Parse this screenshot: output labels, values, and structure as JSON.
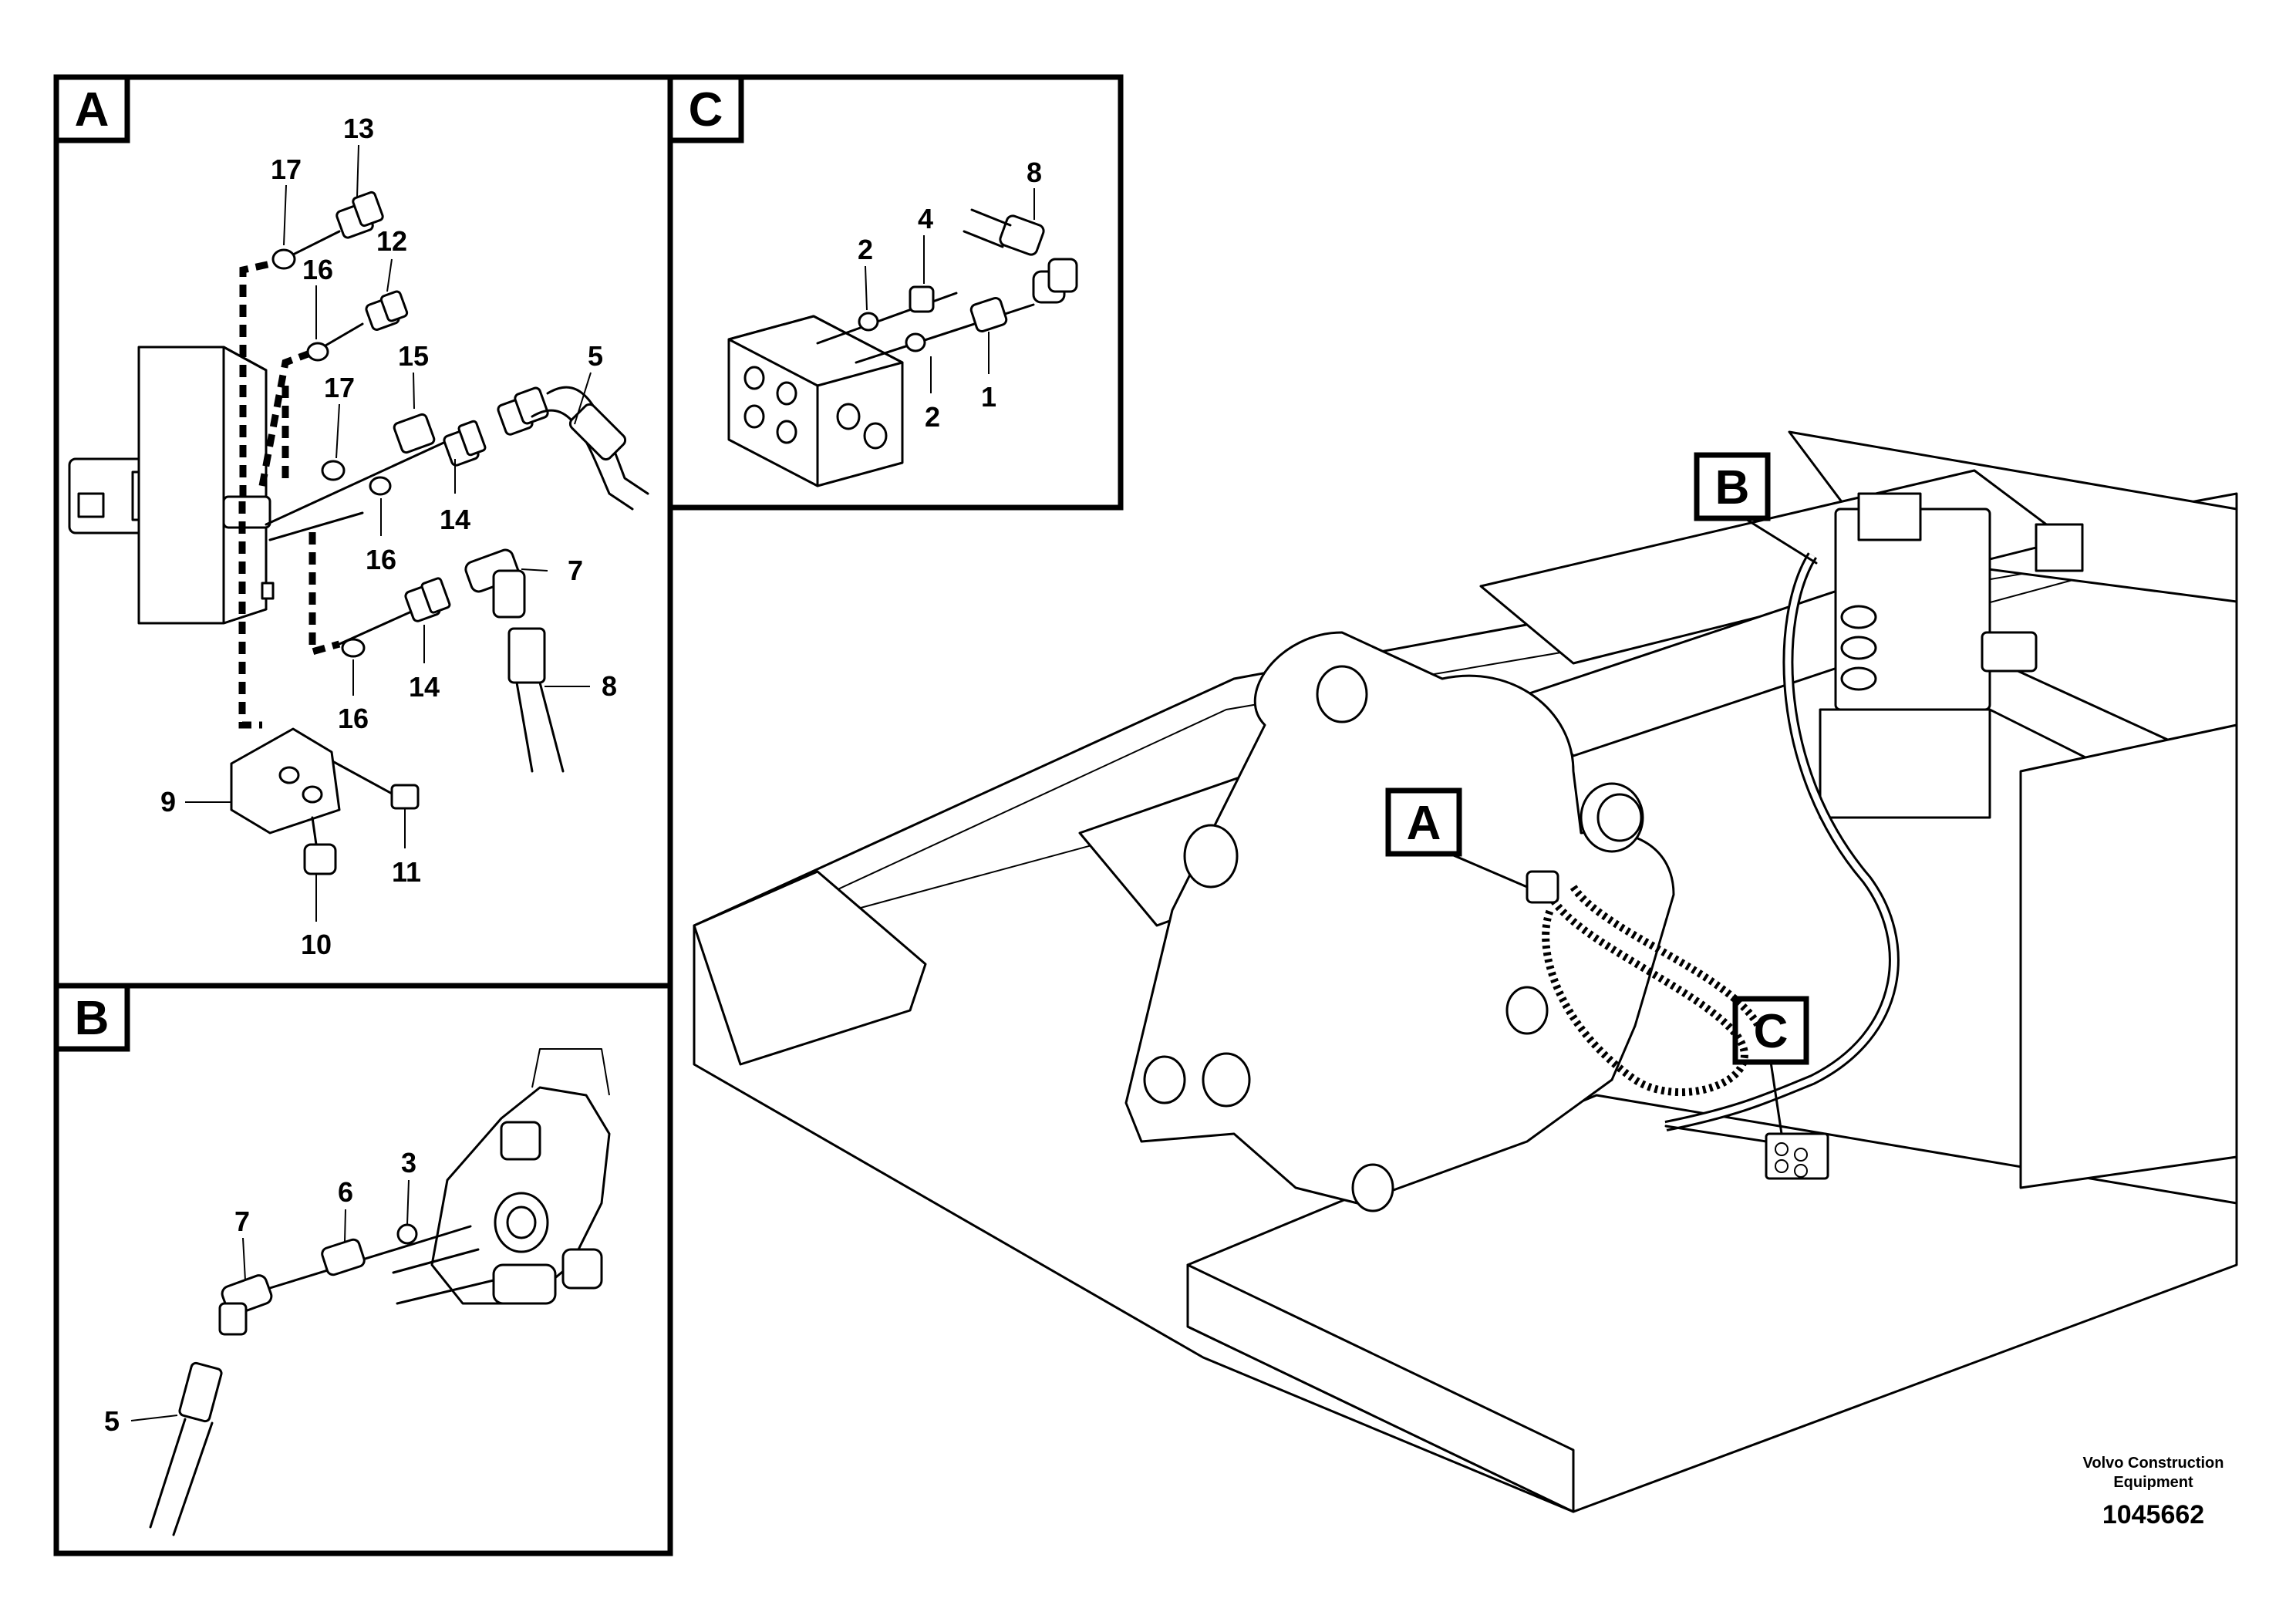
{
  "views": {
    "A": {
      "label": "A",
      "callouts": [
        "13",
        "17",
        "12",
        "16",
        "15",
        "17",
        "5",
        "16",
        "14",
        "7",
        "14",
        "16",
        "8",
        "9",
        "11",
        "10"
      ]
    },
    "B": {
      "label": "B",
      "callouts": [
        "3",
        "6",
        "7",
        "5"
      ]
    },
    "C": {
      "label": "C",
      "callouts": [
        "8",
        "4",
        "2",
        "2",
        "1"
      ]
    }
  },
  "overview_tags": [
    "B",
    "A",
    "C"
  ],
  "footer": {
    "brand_line1": "Volvo Construction",
    "brand_line2": "Equipment",
    "doc_number": "1045662"
  }
}
